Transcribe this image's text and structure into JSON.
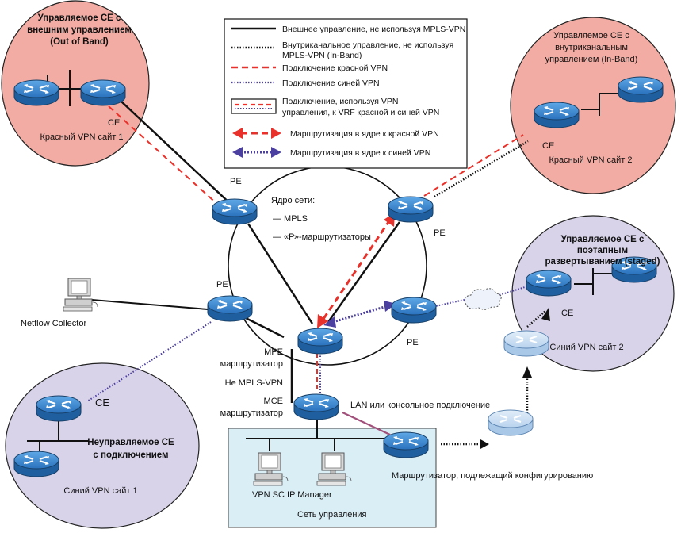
{
  "legend": {
    "items": [
      {
        "label_lines": [
          "Внешнее управление, не используя MPLS-VPN"
        ]
      },
      {
        "label_lines": [
          "Внутриканальное управление, не используя",
          "MPLS-VPN (In-Band)"
        ]
      },
      {
        "label_lines": [
          "Подключение красной VPN"
        ]
      },
      {
        "label_lines": [
          "Подключение синей VPN"
        ]
      },
      {
        "label_lines": [
          "Подключение, используя VPN",
          "управления, к VRF красной и синей VPN"
        ]
      },
      {
        "label_lines": [
          "Маршрутизация в ядре к красной VPN"
        ]
      },
      {
        "label_lines": [
          "Маршрутизация в ядре к синей VPN"
        ]
      }
    ]
  },
  "colors": {
    "red_site": "#f2aca3",
    "blue_site": "#d9d3ea",
    "mgmt_net": "#daeef6",
    "red_vpn": "#e8312a",
    "blue_vpn": "#4b3fa0",
    "router": "#2f7fc8"
  },
  "sites": {
    "red1": {
      "title_lines": [
        "Управляемое СЕ с",
        "внешним управлением",
        "(Out of Band)"
      ],
      "ce_label": "CE",
      "name": "Красный VPN сайт 1"
    },
    "red2": {
      "title_lines": [
        "Управляемое СЕ с",
        "внутриканальным",
        "управлением (In-Band)"
      ],
      "ce_label": "CE",
      "name": "Красный VPN сайт 2"
    },
    "blue2": {
      "title_lines": [
        "Управляемое СЕ с",
        "поэтапным",
        "развертыванием (staged)"
      ],
      "ce_label": "CE",
      "name": "Синий VPN сайт 2"
    },
    "blue1": {
      "title_lines": [
        "Неуправляемое СЕ",
        "с подключением"
      ],
      "ce_label": "CE",
      "name": "Синий VPN сайт 1"
    }
  },
  "core": {
    "title_lines": [
      "Ядро сети:",
      "— MPLS",
      "— «Р»-маршрутизаторы"
    ],
    "pe_labels": {
      "pe_left_top": "PE",
      "pe_right_top": "PE",
      "pe_left": "PE",
      "pe_right": "PE"
    },
    "mpe_lines": [
      "МРЕ",
      "маршрутизатор"
    ],
    "not_mpls_vpn": "Не MPLS-VPN",
    "mce_lines": [
      "МСЕ",
      "маршрутизатор"
    ]
  },
  "netflow": {
    "label": "Netflow Collector"
  },
  "lan_label": "LAN или консольное подключение",
  "config_router": {
    "label": "Маршрутизатор, подлежащий конфигурированию"
  },
  "mgmt": {
    "vpn_sc_label": "VPN SC IP Manager",
    "network_label": "Сеть управления"
  }
}
